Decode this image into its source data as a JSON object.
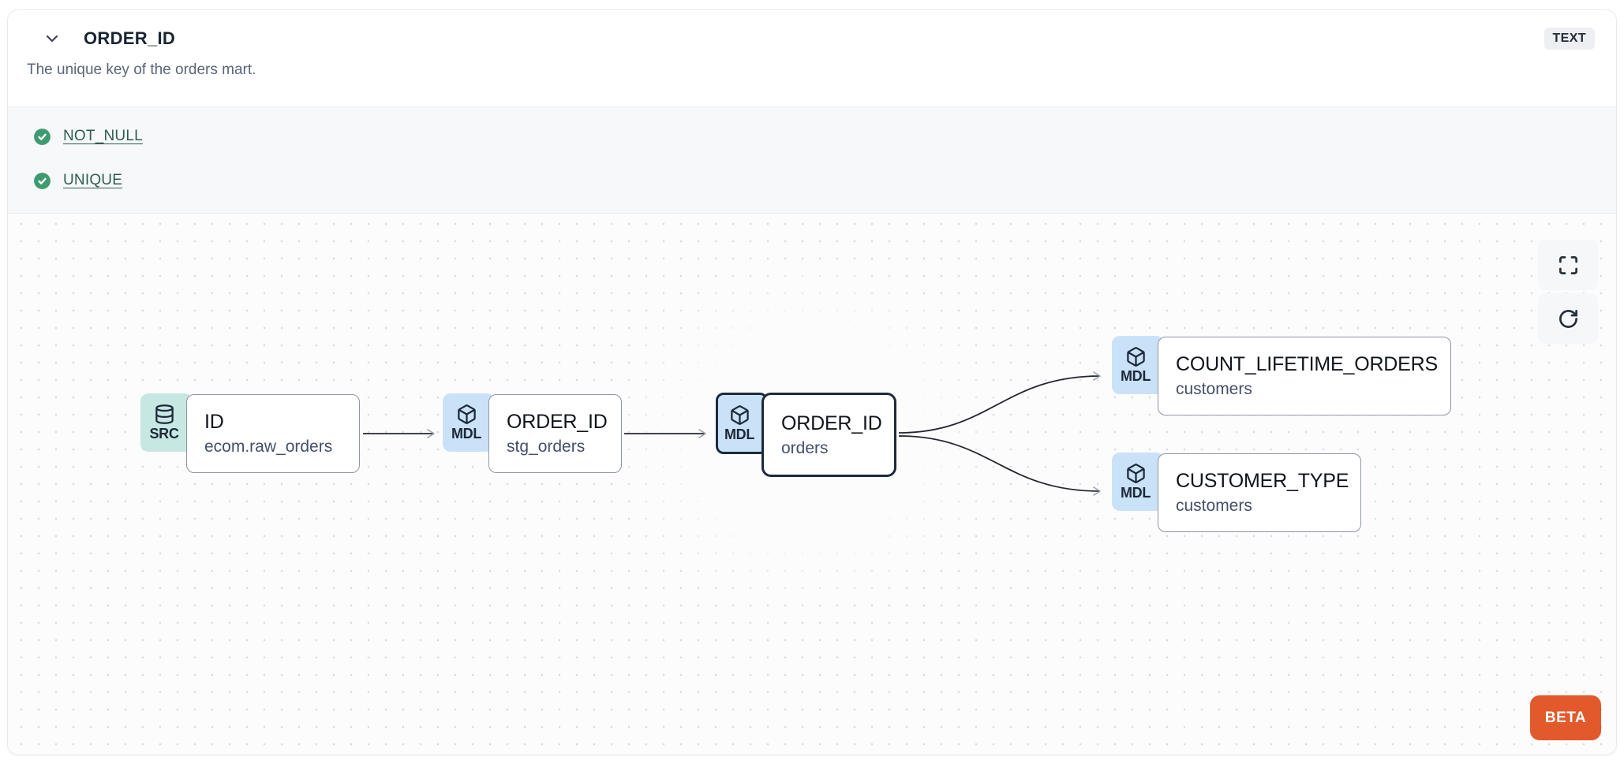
{
  "header": {
    "title": "ORDER_ID",
    "type_badge": "TEXT",
    "description": "The unique key of the orders mart."
  },
  "tests": {
    "items": [
      {
        "name": "NOT_NULL",
        "status": "pass",
        "icon": "check-circle-icon"
      },
      {
        "name": "UNIQUE",
        "status": "pass",
        "icon": "check-circle-icon"
      }
    ]
  },
  "lineage": {
    "beta_label": "BETA",
    "controls": [
      {
        "name": "fullscreen",
        "icon": "maximize-icon"
      },
      {
        "name": "refresh",
        "icon": "rotate-cw-icon"
      }
    ],
    "nodes": [
      {
        "id": "src_raw_orders",
        "badge": "SRC",
        "icon": "database-icon",
        "title": "ID",
        "subtitle": "ecom.raw_orders",
        "selected": false
      },
      {
        "id": "stg_orders",
        "badge": "MDL",
        "icon": "cube-icon",
        "title": "ORDER_ID",
        "subtitle": "stg_orders",
        "selected": false
      },
      {
        "id": "orders",
        "badge": "MDL",
        "icon": "cube-icon",
        "title": "ORDER_ID",
        "subtitle": "orders",
        "selected": true
      },
      {
        "id": "count_lifetime_orders",
        "badge": "MDL",
        "icon": "cube-icon",
        "title": "COUNT_LIFETIME_ORDERS",
        "subtitle": "customers",
        "selected": false
      },
      {
        "id": "customer_type",
        "badge": "MDL",
        "icon": "cube-icon",
        "title": "CUSTOMER_TYPE",
        "subtitle": "customers",
        "selected": false
      }
    ],
    "edges": [
      {
        "from": "src_raw_orders",
        "to": "stg_orders"
      },
      {
        "from": "stg_orders",
        "to": "orders"
      },
      {
        "from": "orders",
        "to": "count_lifetime_orders"
      },
      {
        "from": "orders",
        "to": "customer_type"
      }
    ]
  },
  "colors": {
    "beta_orange": "#e2592c",
    "test_pass_green": "#3e9b70",
    "test_link_teal": "#2d5c52",
    "src_badge_bg": "#c7e8e2",
    "mdl_badge_bg": "#c9e2f8",
    "selected_node_border": "#1e2a3a",
    "node_border": "#8f96a3",
    "edge_line": "#23272e",
    "type_badge_bg": "#edeff2"
  }
}
